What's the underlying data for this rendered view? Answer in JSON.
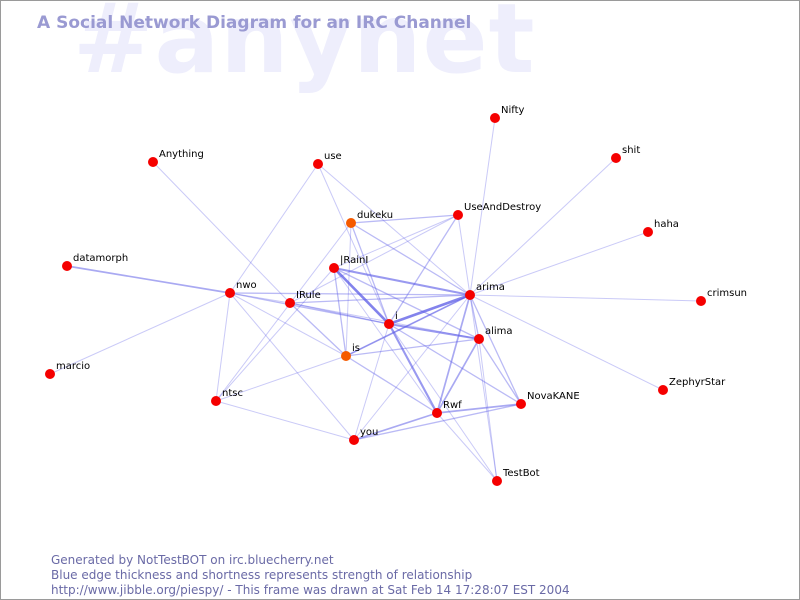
{
  "watermark": "#anynet",
  "title": "A Social Network Diagram for an IRC Channel",
  "colors": {
    "edge": "#5a5ae6",
    "node": "#f50000",
    "node_recent": "#f55a00",
    "title": "#9a9ad2",
    "watermark": "#eeeefc",
    "footer": "#6a6aa6"
  },
  "nodes": [
    {
      "id": "Nifty",
      "label": "Nifty"
    },
    {
      "id": "shit",
      "label": "shit"
    },
    {
      "id": "Anything",
      "label": "Anything"
    },
    {
      "id": "use",
      "label": "use"
    },
    {
      "id": "UseAndDestroy",
      "label": "UseAndDestroy"
    },
    {
      "id": "dukeku",
      "label": "dukeku"
    },
    {
      "id": "haha",
      "label": "haha"
    },
    {
      "id": "datamorph",
      "label": "datamorph"
    },
    {
      "id": "IRainI",
      "label": "|RainI"
    },
    {
      "id": "nwo",
      "label": "nwo"
    },
    {
      "id": "IRule",
      "label": "IRule"
    },
    {
      "id": "arima",
      "label": "arima"
    },
    {
      "id": "crimsun",
      "label": "crimsun"
    },
    {
      "id": "i",
      "label": "i"
    },
    {
      "id": "alima",
      "label": "alima"
    },
    {
      "id": "is",
      "label": "is"
    },
    {
      "id": "marcio",
      "label": "marcio"
    },
    {
      "id": "ZephyrStar",
      "label": "ZephyrStar"
    },
    {
      "id": "ntsc",
      "label": "ntsc"
    },
    {
      "id": "NovaKANE",
      "label": "NovaKANE"
    },
    {
      "id": "Rwf",
      "label": "Rwf"
    },
    {
      "id": "you",
      "label": "you"
    },
    {
      "id": "TestBot",
      "label": "TestBot"
    }
  ],
  "edges": [
    {
      "source": "datamorph",
      "target": "nwo",
      "strength": 3
    },
    {
      "source": "IRainI",
      "target": "i",
      "strength": 5
    },
    {
      "source": "IRainI",
      "target": "arima",
      "strength": 4
    },
    {
      "source": "arima",
      "target": "i",
      "strength": 5
    },
    {
      "source": "i",
      "target": "alima",
      "strength": 4
    },
    {
      "source": "i",
      "target": "Rwf",
      "strength": 4
    },
    {
      "source": "Rwf",
      "target": "NovaKANE",
      "strength": 3
    },
    {
      "source": "arima",
      "target": "Rwf",
      "strength": 3
    },
    {
      "source": "arima",
      "target": "is",
      "strength": 3
    },
    {
      "source": "alima",
      "target": "Rwf",
      "strength": 3
    },
    {
      "source": "is",
      "target": "alima",
      "strength": 2
    },
    {
      "source": "you",
      "target": "Rwf",
      "strength": 3
    },
    {
      "source": "you",
      "target": "NovaKANE",
      "strength": 2
    },
    {
      "source": "dukeku",
      "target": "UseAndDestroy",
      "strength": 2
    },
    {
      "source": "dukeku",
      "target": "arima",
      "strength": 2
    },
    {
      "source": "dukeku",
      "target": "i",
      "strength": 2
    },
    {
      "source": "UseAndDestroy",
      "target": "i",
      "strength": 2
    },
    {
      "source": "IRule",
      "target": "i",
      "strength": 2
    },
    {
      "source": "nwo",
      "target": "i",
      "strength": 2
    },
    {
      "source": "nwo",
      "target": "arima",
      "strength": 2
    },
    {
      "source": "IRule",
      "target": "arima",
      "strength": 2
    },
    {
      "source": "IRule",
      "target": "is",
      "strength": 2
    },
    {
      "source": "arima",
      "target": "alima",
      "strength": 2
    },
    {
      "source": "alima",
      "target": "NovaKANE",
      "strength": 2
    },
    {
      "source": "i",
      "target": "NovaKANE",
      "strength": 2
    },
    {
      "source": "arima",
      "target": "NovaKANE",
      "strength": 2
    },
    {
      "source": "is",
      "target": "Rwf",
      "strength": 2
    },
    {
      "source": "IRainI",
      "target": "is",
      "strength": 2
    },
    {
      "source": "IRainI",
      "target": "alima",
      "strength": 2
    },
    {
      "source": "Nifty",
      "target": "arima",
      "strength": 1
    },
    {
      "source": "shit",
      "target": "arima",
      "strength": 1
    },
    {
      "source": "haha",
      "target": "arima",
      "strength": 1
    },
    {
      "source": "crimsun",
      "target": "arima",
      "strength": 1
    },
    {
      "source": "ZephyrStar",
      "target": "arima",
      "strength": 1
    },
    {
      "source": "Anything",
      "target": "IRule",
      "strength": 1
    },
    {
      "source": "use",
      "target": "arima",
      "strength": 1
    },
    {
      "source": "use",
      "target": "nwo",
      "strength": 1
    },
    {
      "source": "marcio",
      "target": "nwo",
      "strength": 1
    },
    {
      "source": "nwo",
      "target": "ntsc",
      "strength": 1
    },
    {
      "source": "nwo",
      "target": "is",
      "strength": 1
    },
    {
      "source": "nwo",
      "target": "you",
      "strength": 1
    },
    {
      "source": "ntsc",
      "target": "you",
      "strength": 1
    },
    {
      "source": "ntsc",
      "target": "is",
      "strength": 1
    },
    {
      "source": "ntsc",
      "target": "IRainI",
      "strength": 1
    },
    {
      "source": "UseAndDestroy",
      "target": "IRainI",
      "strength": 1
    },
    {
      "source": "UseAndDestroy",
      "target": "arima",
      "strength": 1
    },
    {
      "source": "UseAndDestroy",
      "target": "IRule",
      "strength": 1
    },
    {
      "source": "dukeku",
      "target": "is",
      "strength": 1
    },
    {
      "source": "dukeku",
      "target": "ntsc",
      "strength": 1
    },
    {
      "source": "IRainI",
      "target": "Rwf",
      "strength": 1
    },
    {
      "source": "arima",
      "target": "TestBot",
      "strength": 1
    },
    {
      "source": "alima",
      "target": "TestBot",
      "strength": 1
    },
    {
      "source": "Rwf",
      "target": "TestBot",
      "strength": 1
    },
    {
      "source": "i",
      "target": "TestBot",
      "strength": 1
    },
    {
      "source": "you",
      "target": "arima",
      "strength": 1
    },
    {
      "source": "you",
      "target": "i",
      "strength": 1
    },
    {
      "source": "alima",
      "target": "IRule",
      "strength": 1
    },
    {
      "source": "use",
      "target": "i",
      "strength": 1
    },
    {
      "source": "is",
      "target": "arima",
      "strength": 1
    },
    {
      "source": "nwo",
      "target": "IRule",
      "strength": 1
    }
  ],
  "footer": {
    "line1": "Generated by NotTestBOT on irc.bluecherry.net",
    "line2": "Blue edge thickness and shortness represents strength of relationship",
    "line3": "http://www.jibble.org/piespy/ - This frame was drawn at Sat Feb 14 17:28:07 EST 2004"
  }
}
